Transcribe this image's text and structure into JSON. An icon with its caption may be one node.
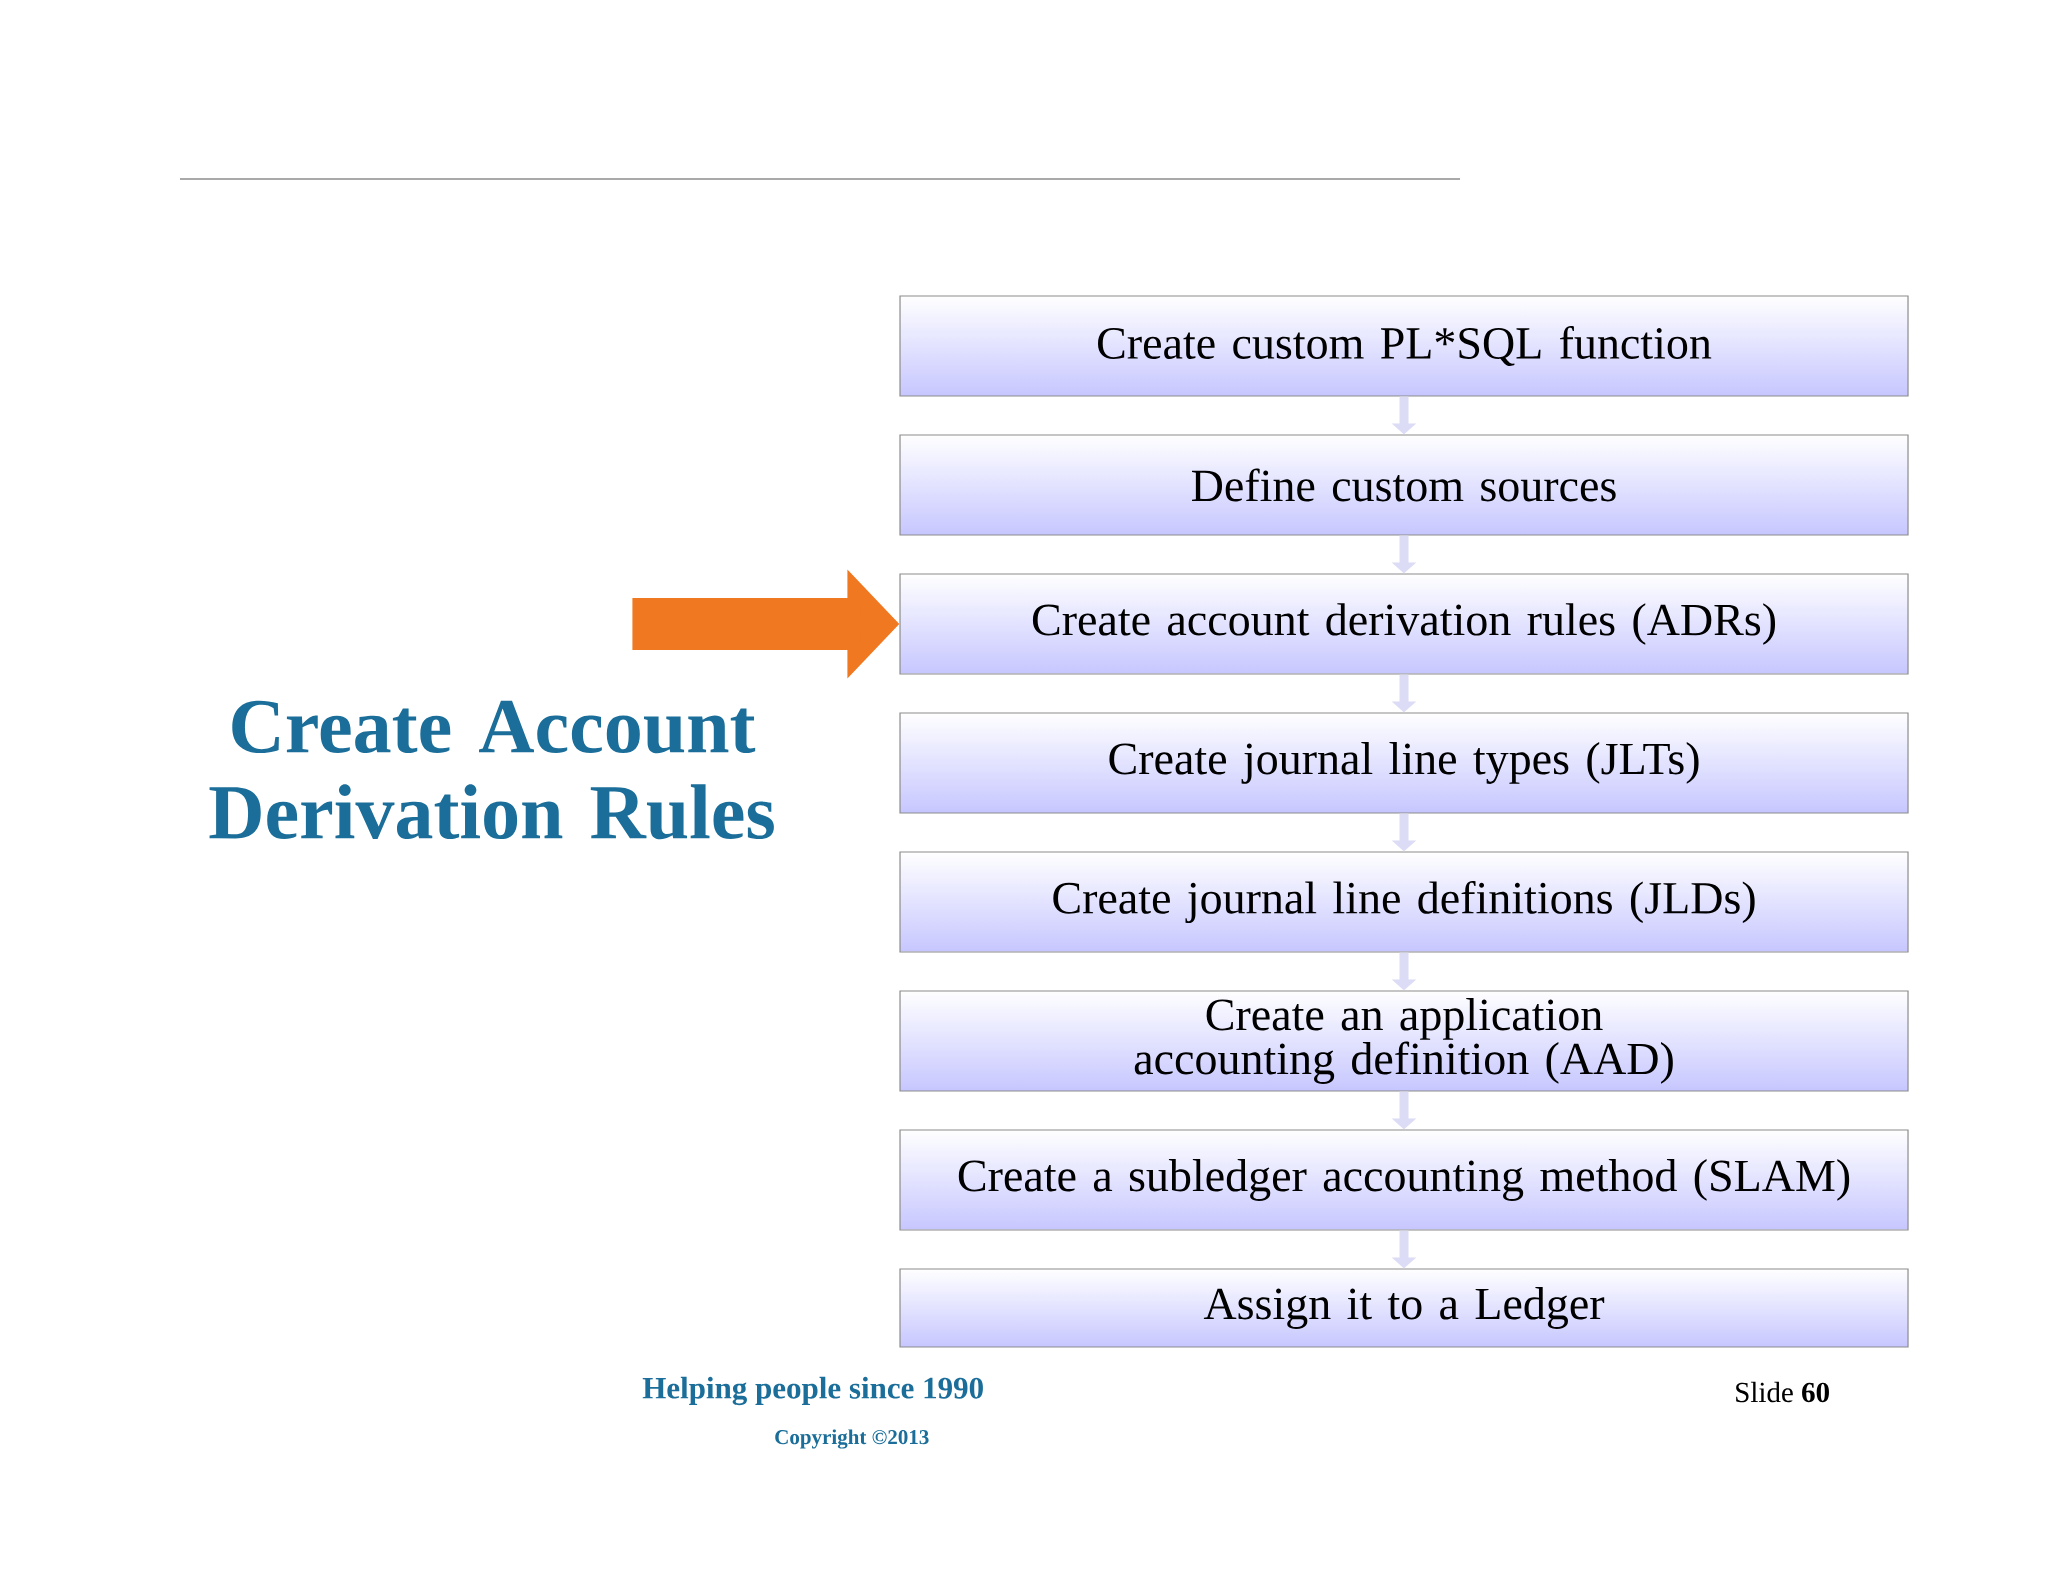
{
  "diagram": {
    "title": "Create Account Derivation Rules",
    "nodes": [
      {
        "text": [
          "Create custom PL*SQL function"
        ]
      },
      {
        "text": [
          "Define custom sources"
        ]
      },
      {
        "text": [
          "Create account derivation rules (ADRs)"
        ]
      },
      {
        "text": [
          "Create journal line types (JLTs)"
        ]
      },
      {
        "text": [
          "Create journal line definitions (JLDs)"
        ]
      },
      {
        "text": [
          "Create an application accounting definition (AAD)"
        ]
      },
      {
        "text": [
          "Create a subledger accounting method (SLAM)"
        ]
      },
      {
        "text": [
          "Assign it to a Ledger"
        ]
      }
    ],
    "edges": [
      {
        "from": 0,
        "to": 1,
        "arrow": "to"
      },
      {
        "from": 1,
        "to": 2,
        "arrow": "to"
      },
      {
        "from": 2,
        "to": 3,
        "arrow": "to"
      },
      {
        "from": 3,
        "to": 4,
        "arrow": "to"
      },
      {
        "from": 4,
        "to": 5,
        "arrow": "to"
      },
      {
        "from": 5,
        "to": 6,
        "arrow": "to"
      },
      {
        "from": 6,
        "to": 7,
        "arrow": "to"
      },
      {
        "from": null,
        "to": 2,
        "arrow": "to",
        "style": "thick",
        "color": "#f07820"
      }
    ],
    "labels": [
      "Helping people since 1990",
      "Slide **60**",
      "Copyright ©2013"
    ]
  }
}
